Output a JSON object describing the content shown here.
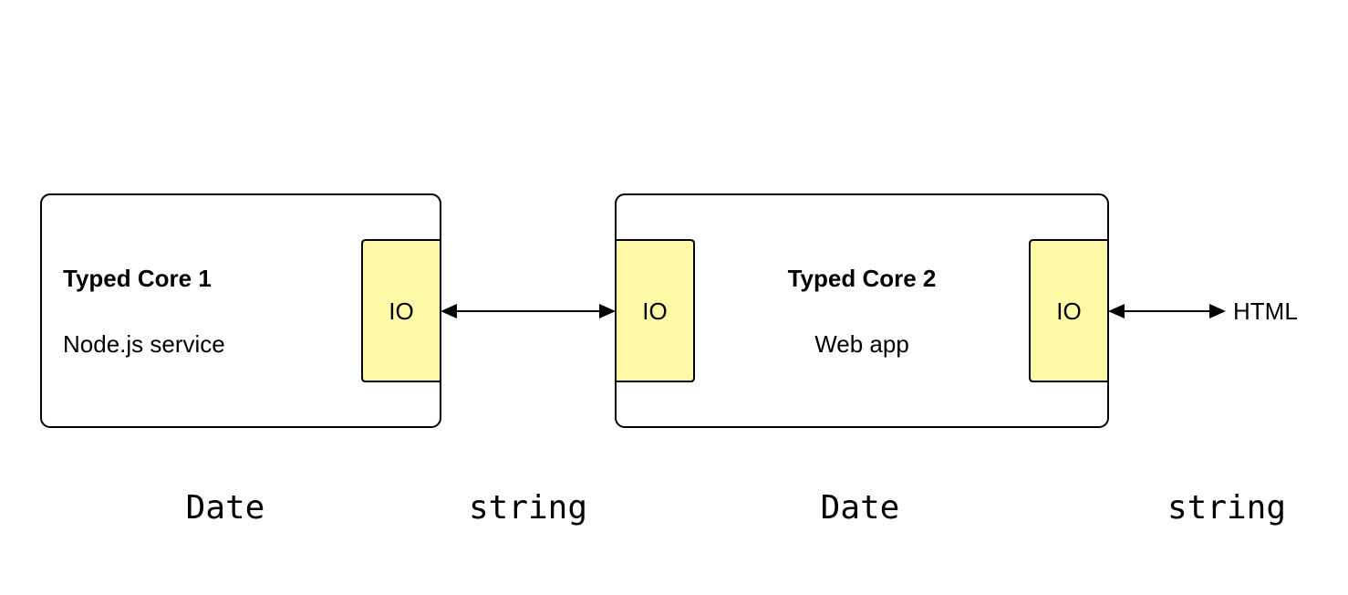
{
  "colors": {
    "io_fill": "#fef9a6",
    "stroke": "#000000",
    "background": "#ffffff"
  },
  "core1": {
    "title": "Typed Core 1",
    "subtitle": "Node.js service",
    "io_label": "IO"
  },
  "core2": {
    "title": "Typed Core 2",
    "subtitle": "Web app",
    "io_left_label": "IO",
    "io_right_label": "IO"
  },
  "external": {
    "label": "HTML"
  },
  "types": {
    "core1": "Date",
    "link": "string",
    "core2": "Date",
    "external": "string"
  }
}
